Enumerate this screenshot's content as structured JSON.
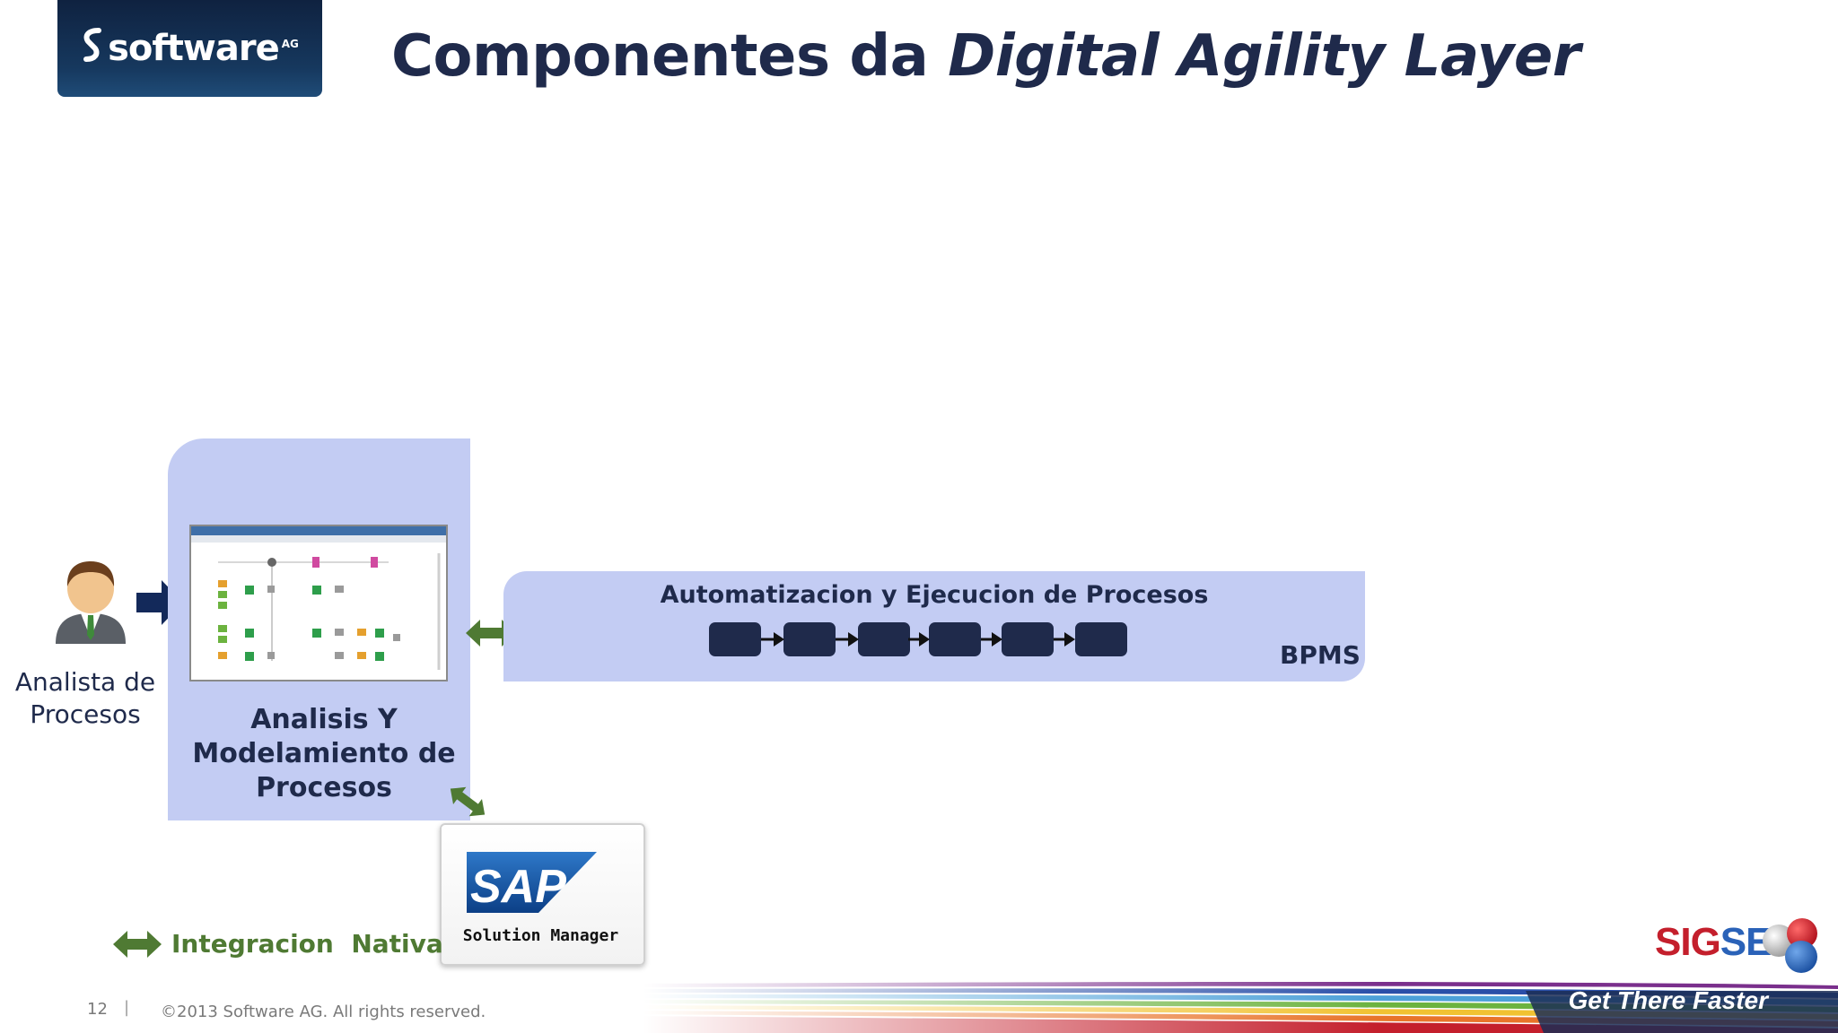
{
  "header": {
    "logo_mark": "ꟗ",
    "logo_text": "software",
    "logo_suffix": "AG",
    "title_plain": "Componentes da ",
    "title_italic": "Digital Agility Layer"
  },
  "analyst": {
    "label_line1": "Analista de",
    "label_line2": "Procesos",
    "icon": "person-icon"
  },
  "modeling": {
    "label_line1": "Analisis Y",
    "label_line2": "Modelamiento de",
    "label_line3": "Procesos"
  },
  "bpms": {
    "title": "Automatizacion y Ejecucion de Procesos",
    "label": "BPMS",
    "step_count_label": ""
  },
  "sap": {
    "logo_text": "SAP",
    "subtitle": "Solution Manager"
  },
  "legend": {
    "label": "Integracion  Nativa",
    "icon": "double-arrow-icon"
  },
  "footer": {
    "page_number": "12",
    "separator": "|",
    "copyright": "©2013 Software AG. All rights reserved.",
    "tagline": "Get There Faster",
    "partner_logo_part1": "SIG",
    "partner_logo_part2": "SE"
  },
  "colors": {
    "navy": "#1f2a4b",
    "panel": "#c3ccf3",
    "green": "#4f7a33",
    "sap_blue": "#1a5ca8",
    "sigse_red": "#c41f2c"
  }
}
